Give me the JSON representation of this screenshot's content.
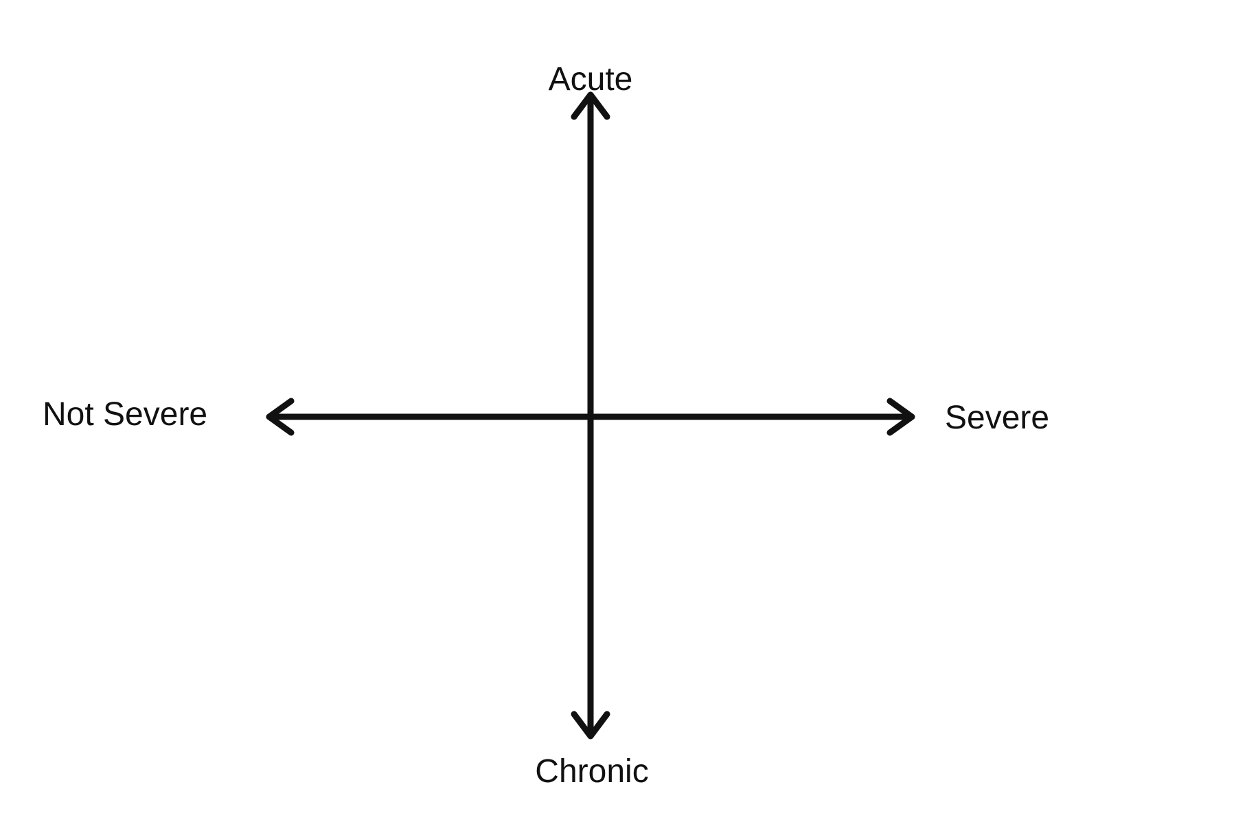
{
  "diagram": {
    "type": "quadrant-axes",
    "line_color": "#111111",
    "axes": {
      "vertical": {
        "top_label": "Acute",
        "bottom_label": "Chronic"
      },
      "horizontal": {
        "left_label": "Not Severe",
        "right_label": "Severe"
      }
    }
  }
}
